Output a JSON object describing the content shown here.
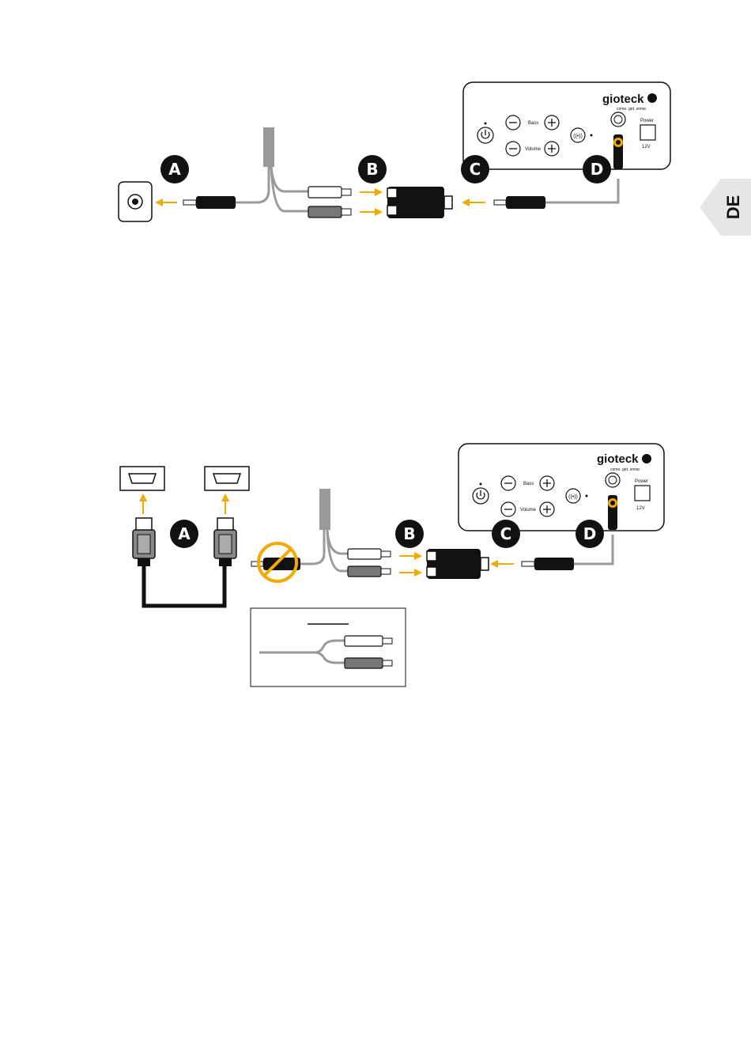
{
  "language_tab": {
    "label": "DE"
  },
  "diagram_top": {
    "steps": [
      "A",
      "B",
      "C",
      "D"
    ],
    "device": {
      "brand": "gioteck",
      "tagline": "come. get. some.",
      "bass_label": "Bass",
      "volume_label": "Volume",
      "power_label": "Power",
      "voltage_label": "12V"
    }
  },
  "diagram_bottom": {
    "steps": [
      "A",
      "B",
      "C",
      "D"
    ],
    "device": {
      "brand": "gioteck",
      "tagline": "come. get. some.",
      "bass_label": "Bass",
      "volume_label": "Volume",
      "power_label": "Power",
      "voltage_label": "12V"
    }
  },
  "colors": {
    "arrow": "#f2a900",
    "cable": "#9a9a9a",
    "badge": "#111111",
    "tab": "#e6e6e6"
  }
}
